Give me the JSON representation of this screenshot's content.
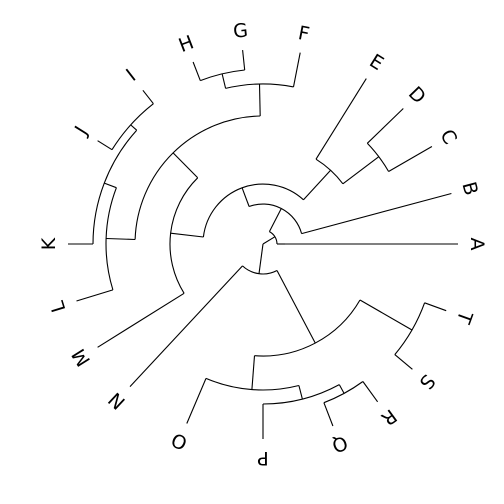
{
  "tree": {
    "layout": "circular",
    "tips": [
      {
        "label": "A"
      },
      {
        "label": "B"
      },
      {
        "label": "C"
      },
      {
        "label": "D"
      },
      {
        "label": "E"
      },
      {
        "label": "F"
      },
      {
        "label": "G"
      },
      {
        "label": "H"
      },
      {
        "label": "I"
      },
      {
        "label": "J"
      },
      {
        "label": "K"
      },
      {
        "label": "L"
      },
      {
        "label": "M"
      },
      {
        "label": "N"
      },
      {
        "label": "O"
      },
      {
        "label": "P"
      },
      {
        "label": "Q"
      },
      {
        "label": "R"
      },
      {
        "label": "S"
      },
      {
        "label": "T"
      }
    ]
  }
}
